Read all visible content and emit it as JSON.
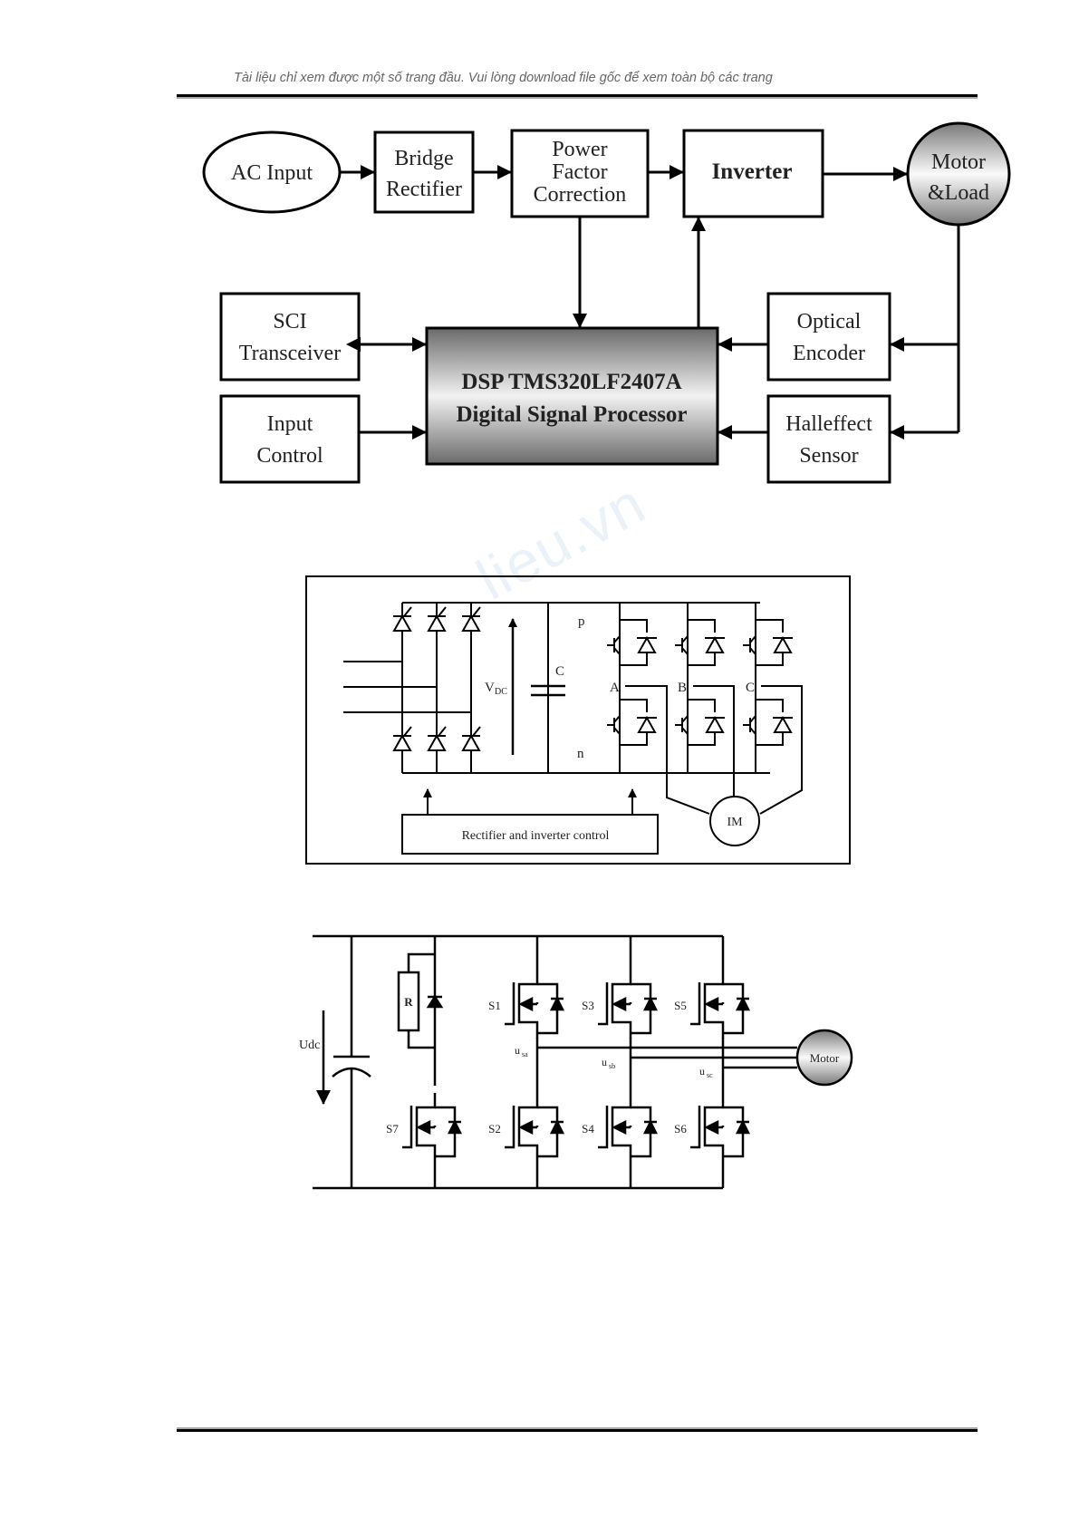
{
  "header": {
    "notice": "Tài liệu chỉ xem được một số trang đầu. Vui lòng download file gốc để xem toàn bộ các trang"
  },
  "watermark": {
    "text": "lieu.vn"
  },
  "figure1": {
    "type": "block-diagram",
    "blocks": {
      "ac_input": "AC Input",
      "bridge_rectifier": [
        "Bridge",
        "Rectifier"
      ],
      "pfc": [
        "Power",
        "Factor",
        "Correction"
      ],
      "inverter": "Inverter",
      "motor_load": [
        "Motor",
        "&Load"
      ],
      "sci": [
        "SCI",
        "Transceiver"
      ],
      "input_control": [
        "Input",
        "Control"
      ],
      "dsp": [
        "DSP TMS320LF2407A",
        "Digital Signal Processor"
      ],
      "optical_encoder": [
        "Optical",
        "Encoder"
      ],
      "halleffect": [
        "Halleffect",
        "Sensor"
      ]
    },
    "connections": [
      {
        "from": "AC Input",
        "to": "Bridge Rectifier"
      },
      {
        "from": "Bridge Rectifier",
        "to": "Power Factor Correction"
      },
      {
        "from": "Power Factor Correction",
        "to": "Inverter"
      },
      {
        "from": "Inverter",
        "to": "Motor & Load"
      },
      {
        "from": "Power Factor Correction",
        "to": "DSP"
      },
      {
        "from": "DSP",
        "to": "Inverter"
      },
      {
        "from": "SCI Transceiver",
        "to": "DSP",
        "bidirectional": true
      },
      {
        "from": "Input Control",
        "to": "DSP"
      },
      {
        "from": "Motor & Load",
        "to": "Optical Encoder"
      },
      {
        "from": "Motor & Load",
        "to": "Halleffect Sensor"
      },
      {
        "from": "Optical Encoder",
        "to": "DSP"
      },
      {
        "from": "Halleffect Sensor",
        "to": "DSP"
      }
    ]
  },
  "figure2": {
    "type": "circuit",
    "labels": {
      "vdc": "V",
      "vdc_sub": "DC",
      "capacitor": "C",
      "p": "p",
      "n": "n",
      "phase_a": "A",
      "phase_b": "B",
      "phase_c": "C",
      "motor": "IM",
      "control": "Rectifier and inverter control"
    }
  },
  "figure3": {
    "type": "circuit",
    "labels": {
      "udc": "Udc",
      "resistor": "R",
      "switches": [
        "S1",
        "S2",
        "S3",
        "S4",
        "S5",
        "S6",
        "S7"
      ],
      "usa": "u",
      "usa_sub": "sa",
      "usb": "u",
      "usb_sub": "sb",
      "usc": "u",
      "usc_sub": "sc",
      "motor": "Motor"
    }
  }
}
